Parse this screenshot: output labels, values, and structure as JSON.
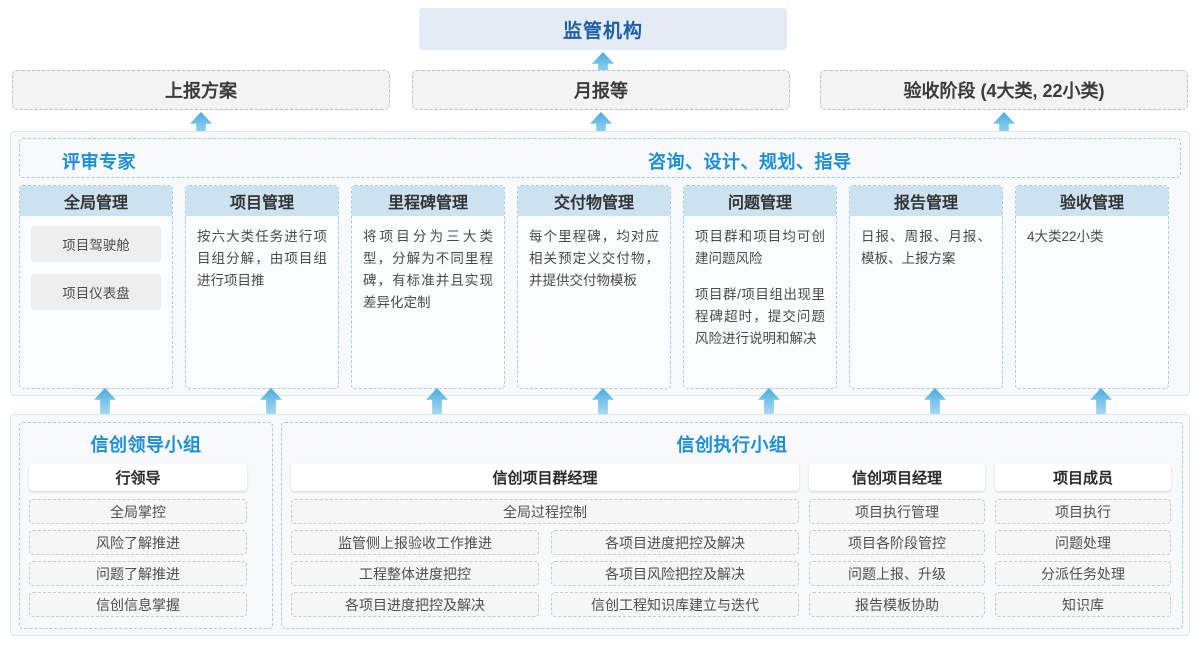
{
  "top": {
    "regulator": "监管机构",
    "reports": [
      "上报方案",
      "月报等",
      "验收阶段 (4大类, 22小类)"
    ]
  },
  "middle": {
    "roles": [
      "评审专家",
      "咨询、设计、规划、指导"
    ],
    "modules": [
      {
        "title": "全局管理",
        "chips": [
          "项目驾驶舱",
          "项目仪表盘"
        ],
        "paragraphs": []
      },
      {
        "title": "项目管理",
        "chips": [],
        "paragraphs": [
          "按六大类任务进行项目组分解，由项目组进行项目推"
        ]
      },
      {
        "title": "里程碑管理",
        "chips": [],
        "paragraphs": [
          "将项目分为三大类型，分解为不同里程碑，有标准并且实现差异化定制"
        ]
      },
      {
        "title": "交付物管理",
        "chips": [],
        "paragraphs": [
          "每个里程碑，均对应相关预定义交付物，并提供交付物模板"
        ]
      },
      {
        "title": "问题管理",
        "chips": [],
        "paragraphs": [
          "项目群和项目均可创建问题风险",
          "项目群/项目组出现里程碑超时，提交问题风险进行说明和解决"
        ]
      },
      {
        "title": "报告管理",
        "chips": [],
        "paragraphs": [
          "日报、周报、月报、模板、上报方案"
        ]
      },
      {
        "title": "验收管理",
        "chips": [],
        "paragraphs": [
          "4大类22小类"
        ]
      }
    ]
  },
  "bottom": {
    "groups": [
      {
        "title": "信创领导小组",
        "columns": [
          {
            "head": "行领导",
            "layout": "single",
            "tasks": [
              "全局掌控",
              "风险了解推进",
              "问题了解推进",
              "信创信息掌握"
            ]
          }
        ]
      },
      {
        "title": "信创执行小组",
        "columns": [
          {
            "head": "信创项目群经理",
            "layout": "grid",
            "tasks": [
              "全局过程控制",
              "监管侧上报验收工作推进",
              "各项目进度把控及解决",
              "工程整体进度把控",
              "各项目风险把控及解决",
              "各项目进度把控及解决",
              "信创工程知识库建立与迭代"
            ]
          },
          {
            "head": "信创项目经理",
            "layout": "single",
            "tasks": [
              "项目执行管理",
              "项目各阶段管控",
              "问题上报、升级",
              "报告模板协助"
            ]
          },
          {
            "head": "项目成员",
            "layout": "single",
            "tasks": [
              "项目执行",
              "问题处理",
              "分派任务处理",
              "知识库"
            ]
          }
        ]
      }
    ]
  },
  "arrows": {
    "to_regulator": 1,
    "to_reports": 3,
    "to_modules": 7
  },
  "colors": {
    "accent_blue": "#1e8fd5",
    "title_blue": "#1f5fa8",
    "card_head": "#cde2f1",
    "regulator_bg": "#e3ebf5",
    "panel_bg": "#f7f9fb",
    "dashed_blue": "#9ccdea",
    "dashed_gray": "#c9c9c9",
    "arrow_blue": "#6fc0e8"
  }
}
